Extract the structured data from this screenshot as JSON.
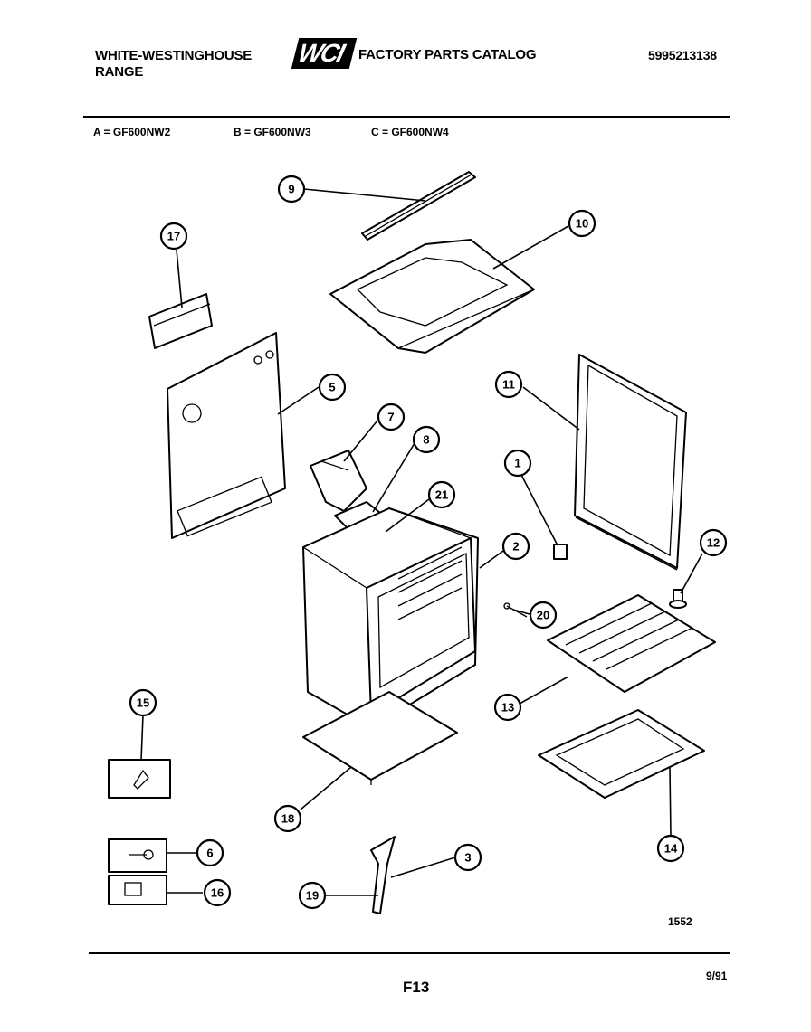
{
  "header": {
    "brand_line1": "WHITE-WESTINGHOUSE",
    "brand_line2": "RANGE",
    "logo_text": "WCI",
    "catalog_title": "FACTORY PARTS CATALOG",
    "catalog_number": "5995213138"
  },
  "models": [
    {
      "label": "A = GF600NW2"
    },
    {
      "label": "B = GF600NW3"
    },
    {
      "label": "C = GF600NW4"
    }
  ],
  "callouts": [
    "9",
    "10",
    "17",
    "5",
    "11",
    "7",
    "8",
    "21",
    "1",
    "2",
    "12",
    "20",
    "13",
    "15",
    "18",
    "14",
    "6",
    "3",
    "16",
    "19"
  ],
  "footer": {
    "diagram_number": "1552",
    "page_code": "F13",
    "date": "9/91"
  }
}
